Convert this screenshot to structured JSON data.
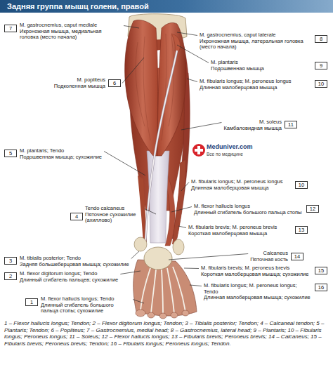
{
  "diagram": {
    "title": "Задняя группа мышц голени, правой",
    "caption": "1 – Flexor hallucis longus; Tendon; 2 – Flexor digitorum longus; Tendon; 3 – Tibialis posterior; Tendon; 4 – Calcaneal tendon; 5 – Plantaris; Tendon; 6 – Popliteus; 7 – Gastrocnemius, medial head; 8 – Gastrocnemius, lateral head; 9 – Plantaris; 10 – Fibularis longus; Peroneus longus; 11 – Soleus; 12 – Flexor hallucis longus; 13 – Fibularis brevis; Peroneus brevis; 14 – Calcaneus; 15 – Fibularis brevis; Peroneus brevis; Tendon; 16 – Fibularis longus; Peroneus longus; Tendon.",
    "nodes": [
      {
        "text": [
          "7"
        ]
      },
      {
        "text": [
          "8"
        ]
      },
      {
        "text": [
          "9"
        ]
      },
      {
        "text": [
          "6"
        ]
      },
      {
        "text": [
          "10"
        ]
      },
      {
        "text": [
          "11"
        ]
      },
      {
        "text": [
          "5"
        ]
      },
      {
        "text": [
          "10"
        ]
      },
      {
        "text": [
          "12"
        ]
      },
      {
        "text": [
          "4"
        ]
      },
      {
        "text": [
          "13"
        ]
      },
      {
        "text": [
          "14"
        ]
      },
      {
        "text": [
          "3"
        ]
      },
      {
        "text": [
          "15"
        ]
      },
      {
        "text": [
          "2"
        ]
      },
      {
        "text": [
          "16"
        ]
      },
      {
        "text": [
          "1"
        ]
      }
    ],
    "labels": [
      "M. gastrocnemius, caput mediale",
      "Икроножная мышца, медиальная головка (место начала)",
      "M. gastrocnemius, caput laterale",
      "Икроножная мышца, латеральная головка (место начала)",
      "M. plantaris",
      "Подошвенная мышца",
      "M. popliteus",
      "Подколенная мышца",
      "M. fibularis longus; M. peroneus longus",
      "Длинная малоберцовая мышца",
      "M. soleus",
      "Камбаловидная мышца",
      "M. plantaris; Tendo",
      "Подошвенная мышца; сухожилие",
      "Meduniver.com",
      "Все по медицине",
      "M. fibularis longus; M. peroneus longus",
      "Длинная малоберцовая мышца",
      "M. flexor hallucis longus",
      "Длинный сгибатель большого пальца стопы",
      "Tendo calcaneus",
      "Пяточное сухожилие (ахиллово)",
      "M. fibularis brevis; M. peroneus brevis",
      "Короткая малоберцовая мышца",
      "Calcaneus",
      "Пяточная кость",
      "M. tibialis posterior; Tendo",
      "Задняя большеберцовая мышца; сухожилие",
      "M. fibularis brevis; M. peroneus brevis",
      "Короткая малоберцовая мышца; сухожилие",
      "M. flexor digitorum longus; Tendo",
      "Длинный сгибатель пальцев; сухожилие",
      "M. fibularis longus; M. peroneus longus; Tendo",
      "Длинная малоберцовая мышца; сухожилие",
      "M. flexor hallucis longus; Tendo",
      "Длинный сгибатель большого пальца стопы; сухожилие"
    ]
  }
}
